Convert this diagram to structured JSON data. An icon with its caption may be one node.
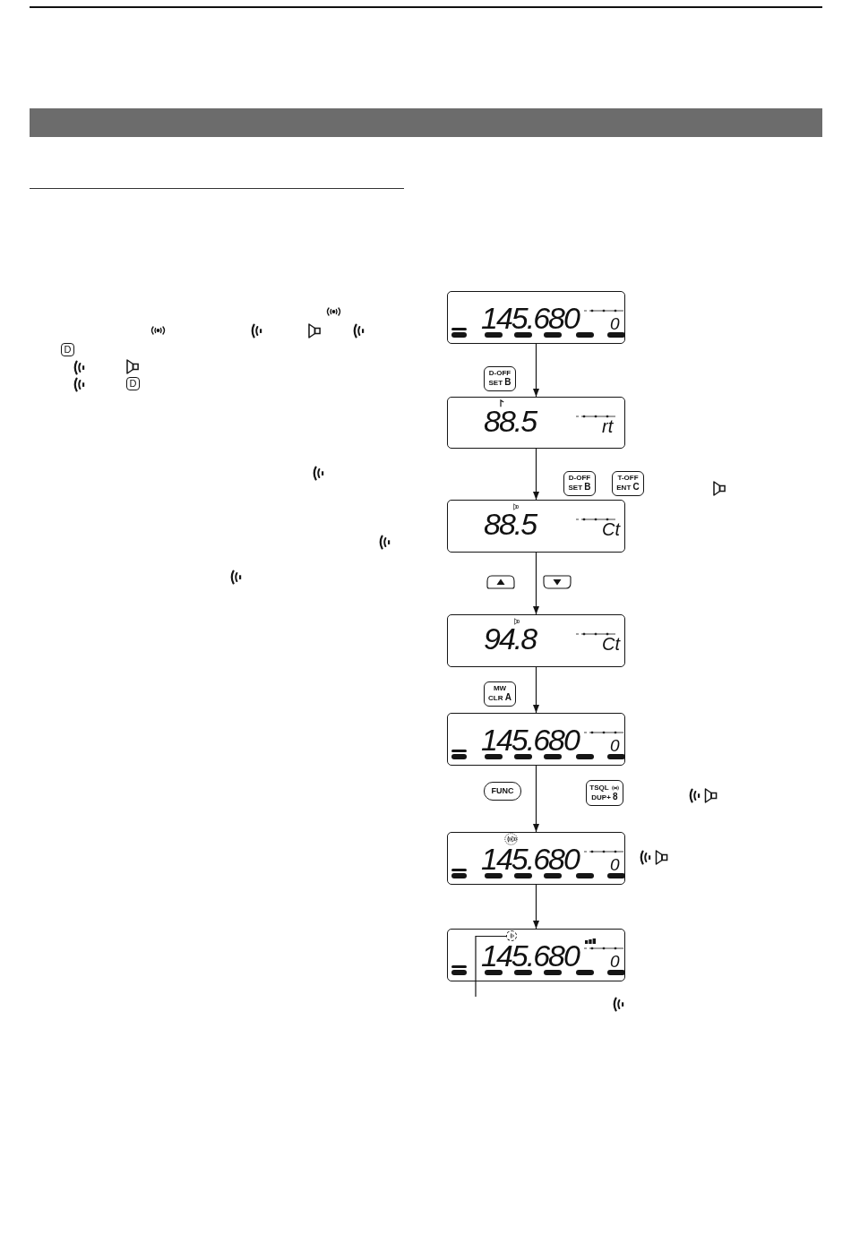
{
  "diagram": {
    "nodes": [
      {
        "text": [],
        "shape": "bar"
      },
      {
        "text": [
          "145.680",
          "0"
        ]
      },
      {
        "text": [
          "88.5",
          "rt"
        ]
      },
      {
        "text": [
          "88.5",
          "Ct"
        ]
      },
      {
        "text": [
          "94.8",
          "Ct"
        ]
      },
      {
        "text": [
          "145.680",
          "0"
        ]
      },
      {
        "text": [
          "145.680",
          "0"
        ]
      },
      {
        "text": [
          "145.680",
          "0"
        ]
      },
      {
        "text": [],
        "shape": "circle",
        "in": 7
      }
    ],
    "edges": [
      {
        "from": 1,
        "to": 2,
        "arrow": "to"
      },
      {
        "from": 2,
        "to": 3,
        "arrow": "to"
      },
      {
        "from": 3,
        "to": 4,
        "arrow": "to"
      },
      {
        "from": 4,
        "to": 5,
        "arrow": "to"
      },
      {
        "from": 5,
        "to": 6,
        "arrow": "to"
      },
      {
        "from": 6,
        "to": 7,
        "arrow": "to"
      },
      {
        "from": null,
        "to": 8,
        "arrow": "none"
      }
    ],
    "labels": [
      "D",
      "D",
      "D-OFF SET B",
      "D-OFF SET B",
      "T-OFF ENT C",
      "MW CLR A",
      "FUNC",
      "TSQL DUP+ 8"
    ]
  }
}
